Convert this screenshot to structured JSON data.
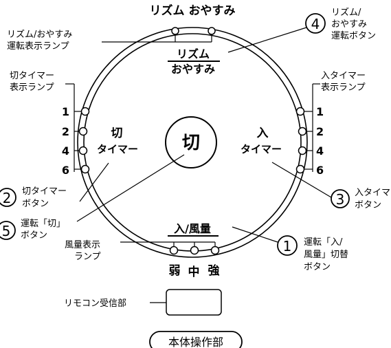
{
  "diagram": {
    "top_title": "リズム おやすみ",
    "rhythm_button": {
      "line1": "リズム",
      "line2": "おやすみ"
    },
    "off_timer_button": {
      "line1": "切",
      "line2": "タイマー"
    },
    "center_button": "切",
    "on_timer_button": {
      "line1": "入",
      "line2": "タイマー"
    },
    "wind_button": "入/風量",
    "hours": [
      "1",
      "2",
      "4",
      "6"
    ],
    "wind_levels": {
      "weak": "弱",
      "mid": "中",
      "strong": "強"
    },
    "remote_label": "リモコン受信部",
    "body_caption": "本体操作部"
  },
  "callouts": {
    "rhythm_lamp": [
      "リズム/おやすみ",
      "運転表示ランプ"
    ],
    "off_timer_lamp": [
      "切タイマー",
      "表示ランプ"
    ],
    "on_timer_lamp": [
      "入タイマー",
      "表示ランプ"
    ],
    "wind_lamp": [
      "風量表示",
      "ランプ"
    ],
    "item4": {
      "num": "4",
      "lines": [
        "リズム/",
        "おやすみ",
        "運転ボタン"
      ]
    },
    "item2": {
      "num": "2",
      "lines": [
        "切タイマー",
        "ボタン"
      ]
    },
    "item3": {
      "num": "3",
      "lines": [
        "入タイマー",
        "ボタン"
      ]
    },
    "item5": {
      "num": "5",
      "lines": [
        "運転「切」",
        "ボタン"
      ]
    },
    "item1": {
      "num": "1",
      "lines": [
        "運転「入/",
        "風量」切替",
        "ボタン"
      ]
    }
  }
}
